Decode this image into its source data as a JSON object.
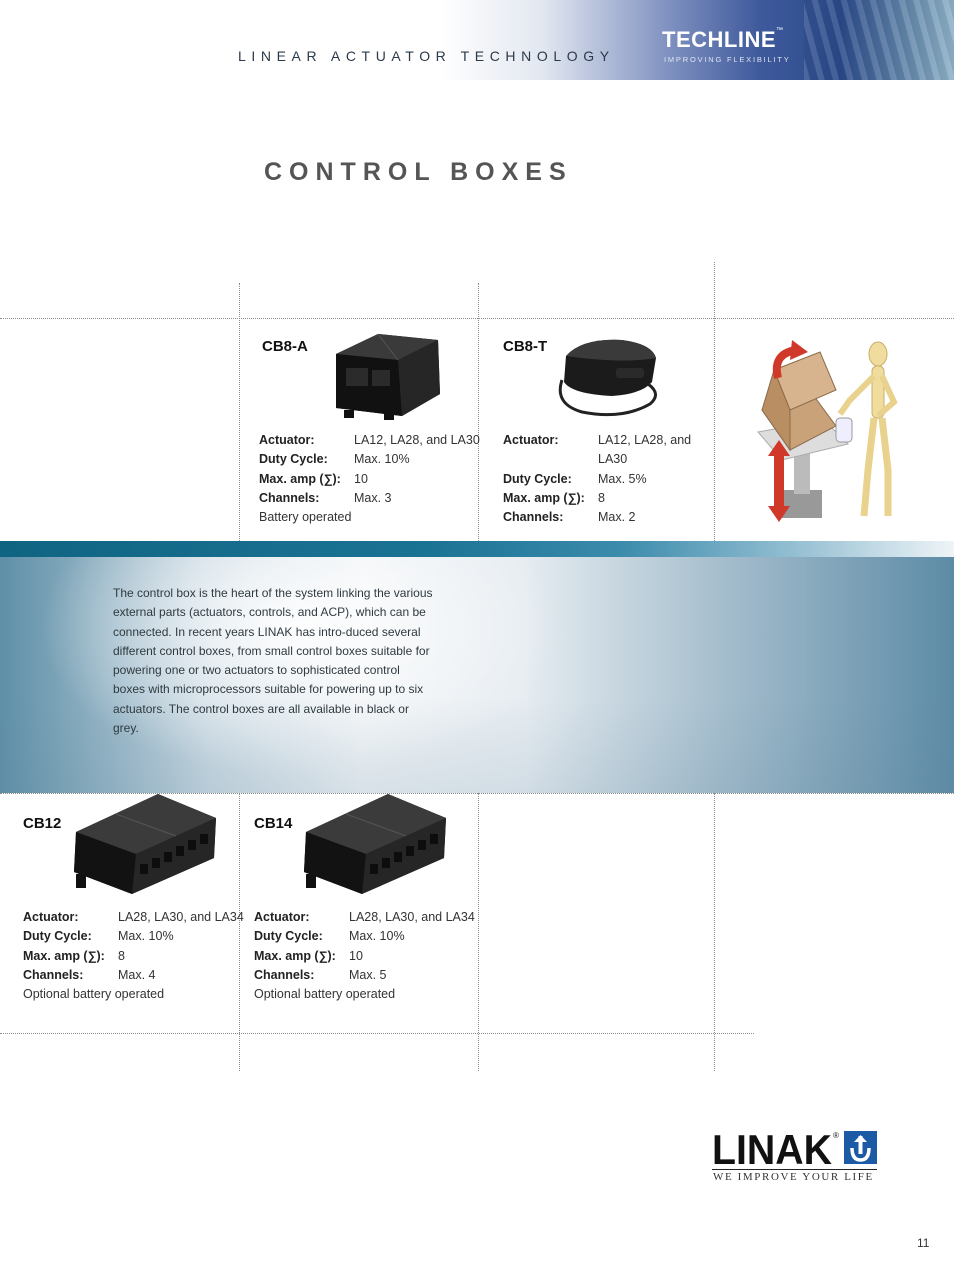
{
  "header": {
    "title": "LINEAR ACTUATOR TECHNOLOGY",
    "brand": "TECHLINE",
    "brand_tm": "™",
    "brand_sub": "IMPROVING FLEXIBILITY"
  },
  "section_title": "CONTROL BOXES",
  "products": [
    {
      "name": "CB8-A",
      "specs": [
        {
          "label": "Actuator:",
          "value": "LA12, LA28, and LA30"
        },
        {
          "label": "Duty Cycle:",
          "value": "Max. 10%"
        },
        {
          "label": "Max. amp (∑):",
          "value": "10"
        },
        {
          "label": "Channels:",
          "value": "Max. 3"
        }
      ],
      "note": "Battery operated"
    },
    {
      "name": "CB8-T",
      "specs": [
        {
          "label": "Actuator:",
          "value": "LA12, LA28, and LA30"
        },
        {
          "label": "Duty Cycle:",
          "value": "Max. 5%"
        },
        {
          "label": "Max. amp (∑):",
          "value": "8"
        },
        {
          "label": "Channels:",
          "value": "Max. 2"
        }
      ],
      "note": ""
    },
    {
      "name": "CB12",
      "specs": [
        {
          "label": "Actuator:",
          "value": "LA28, LA30, and LA34"
        },
        {
          "label": "Duty Cycle:",
          "value": "Max. 10%"
        },
        {
          "label": "Max. amp (∑):",
          "value": "8"
        },
        {
          "label": "Channels:",
          "value": "Max. 4"
        }
      ],
      "note": "Optional battery operated"
    },
    {
      "name": "CB14",
      "specs": [
        {
          "label": "Actuator:",
          "value": "LA28, LA30, and LA34"
        },
        {
          "label": "Duty Cycle:",
          "value": "Max. 10%"
        },
        {
          "label": "Max. amp (∑):",
          "value": "10"
        },
        {
          "label": "Channels:",
          "value": "Max. 5"
        }
      ],
      "note": "Optional battery operated"
    }
  ],
  "intro_text": "The control box is the heart of the system linking the various external parts (actuators, controls, and ACP), which can be connected. In recent years LINAK has intro-duced several different control boxes, from small control boxes suitable for powering one or two actuators to sophisticated control boxes with microprocessors suitable for powering up to six actuators. The control boxes are all available in black or grey.",
  "footer": {
    "logo": "LINAK",
    "logo_reg": "®",
    "slogan": "WE IMPROVE YOUR LIFE",
    "page_number": "11"
  },
  "colors": {
    "band_dark": "#0f6482",
    "header_blue": "#2b4a8a",
    "title_gray": "#555555"
  }
}
